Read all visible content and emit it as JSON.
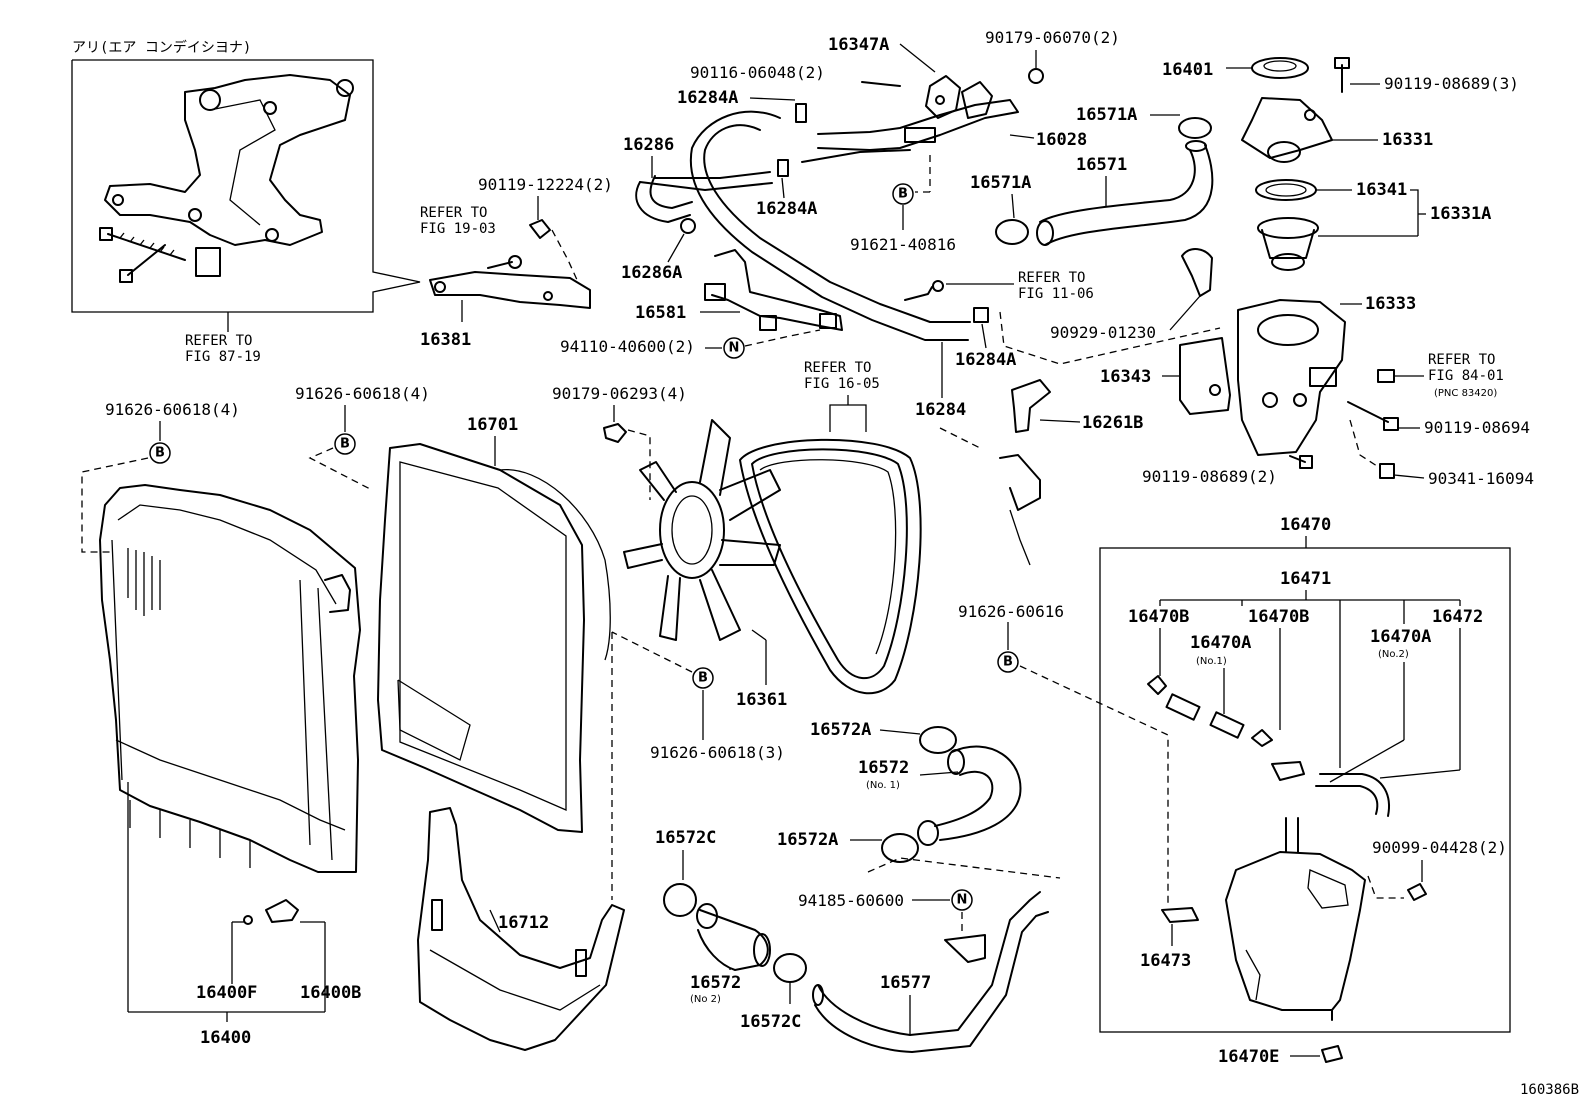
{
  "inset": {
    "title": "アリ(エア コンデイシヨナ)",
    "refer": [
      "REFER TO",
      "FIG 87-19"
    ]
  },
  "labels": {
    "p16347A": "16347A",
    "p90179_06070": "90179-06070(2)",
    "p90116_06048": "90116-06048(2)",
    "p16284A_1": "16284A",
    "p16028": "16028",
    "p16286": "16286",
    "p16284A_2": "16284A",
    "p90119_12224": "90119-12224(2)",
    "p16286A": "16286A",
    "p91621_40816": "91621-40816",
    "p16381": "16381",
    "p16581": "16581",
    "p94110_40600": "94110-40600(2)",
    "p16284A_3": "16284A",
    "p16284": "16284",
    "p16401": "16401",
    "p90119_08689_3": "90119-08689(3)",
    "p16571A_1": "16571A",
    "p16571": "16571",
    "p16331": "16331",
    "p16571A_2": "16571A",
    "p16341": "16341",
    "p16331A": "16331A",
    "p90929_01230": "90929-01230",
    "p16333": "16333",
    "p16343": "16343",
    "p16261B": "16261B",
    "p90119_08694": "90119-08694",
    "p90119_08689_2": "90119-08689(2)",
    "p90341_16094": "90341-16094",
    "p91626_60618_4a": "91626-60618(4)",
    "p91626_60618_4b": "91626-60618(4)",
    "p16701": "16701",
    "p90179_06293": "90179-06293(4)",
    "p16361": "16361",
    "p91626_60618_3": "91626-60618(3)",
    "p91626_60616": "91626-60616",
    "p16572A_1": "16572A",
    "p16572_1": "16572",
    "p16572A_2": "16572A",
    "p16572C_1": "16572C",
    "p94185_60600": "94185-60600",
    "p16572_2": "16572",
    "p16572C_2": "16572C",
    "p16577": "16577",
    "p16712": "16712",
    "p16400F": "16400F",
    "p16400B": "16400B",
    "p16400": "16400",
    "p16470": "16470",
    "p16471": "16471",
    "p16470B_1": "16470B",
    "p16470B_2": "16470B",
    "p16472": "16472",
    "p16470A_1": "16470A",
    "p16470A_2": "16470A",
    "p90099_04428": "90099-04428(2)",
    "p16473": "16473",
    "p16470E": "16470E",
    "diagram_id": "160386B"
  },
  "notes": {
    "no1": "(No.1)",
    "no2": "(No.2)",
    "no1b": "(No. 1)",
    "no2b": "(No 2)"
  },
  "refers": {
    "r19_03": [
      "REFER TO",
      "FIG 19-03"
    ],
    "r11_06": [
      "REFER TO",
      "FIG 11-06"
    ],
    "r16_05": [
      "REFER TO",
      "FIG 16-05"
    ],
    "r84_01": [
      "REFER TO",
      "FIG 84-01",
      "(PNC 83420)"
    ]
  },
  "markers": {
    "B": "B",
    "N": "N"
  }
}
